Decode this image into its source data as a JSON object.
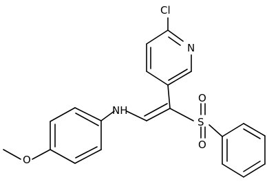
{
  "atoms": {
    "chlorine": "Cl",
    "pyridine_nitrogen": "N",
    "amine": "NH",
    "sulfur": "S",
    "sulfonyl_oxygen_top": "O",
    "sulfonyl_oxygen_bottom": "O",
    "ether_oxygen": "O"
  }
}
